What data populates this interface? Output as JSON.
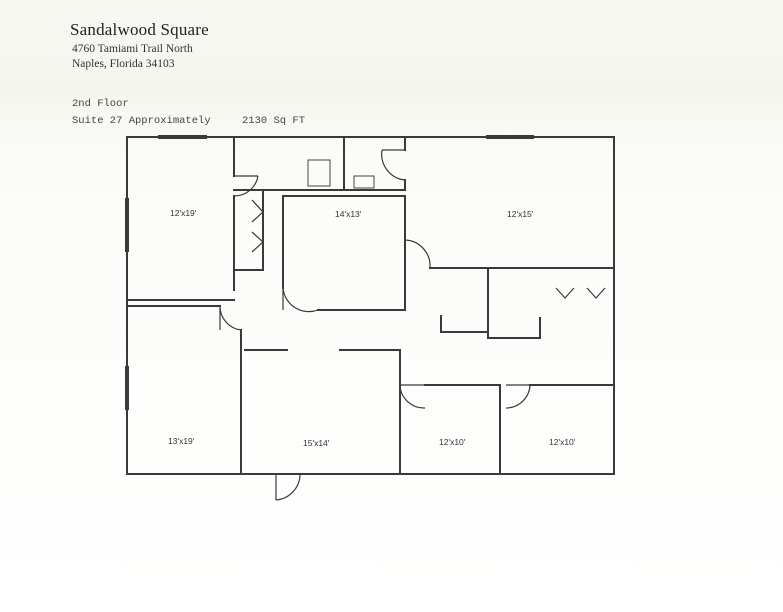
{
  "header": {
    "title": "Sandalwood Square",
    "address": "4760 Tamiami Trail North",
    "city": "Naples, Florida 34103",
    "floor": "2nd Floor",
    "suite": "Suite 27 Approximately",
    "area": "2130 Sq FT"
  },
  "rooms": {
    "office_nw": "12'x19'",
    "office_center": "14'x13'",
    "office_ne": "12'x15'",
    "office_sw": "13'x19'",
    "office_south_center": "15'x14'",
    "office_south_east_a": "12'x10'",
    "office_south_east_b": "12'x10'"
  },
  "fixtures": {
    "restroom_a": "▢ ▫",
    "restroom_b": "▢ ▫"
  },
  "colors": {
    "wall": "#3a3a3a",
    "paper": "#ffffff",
    "header_tint": "#f4f6ee"
  }
}
